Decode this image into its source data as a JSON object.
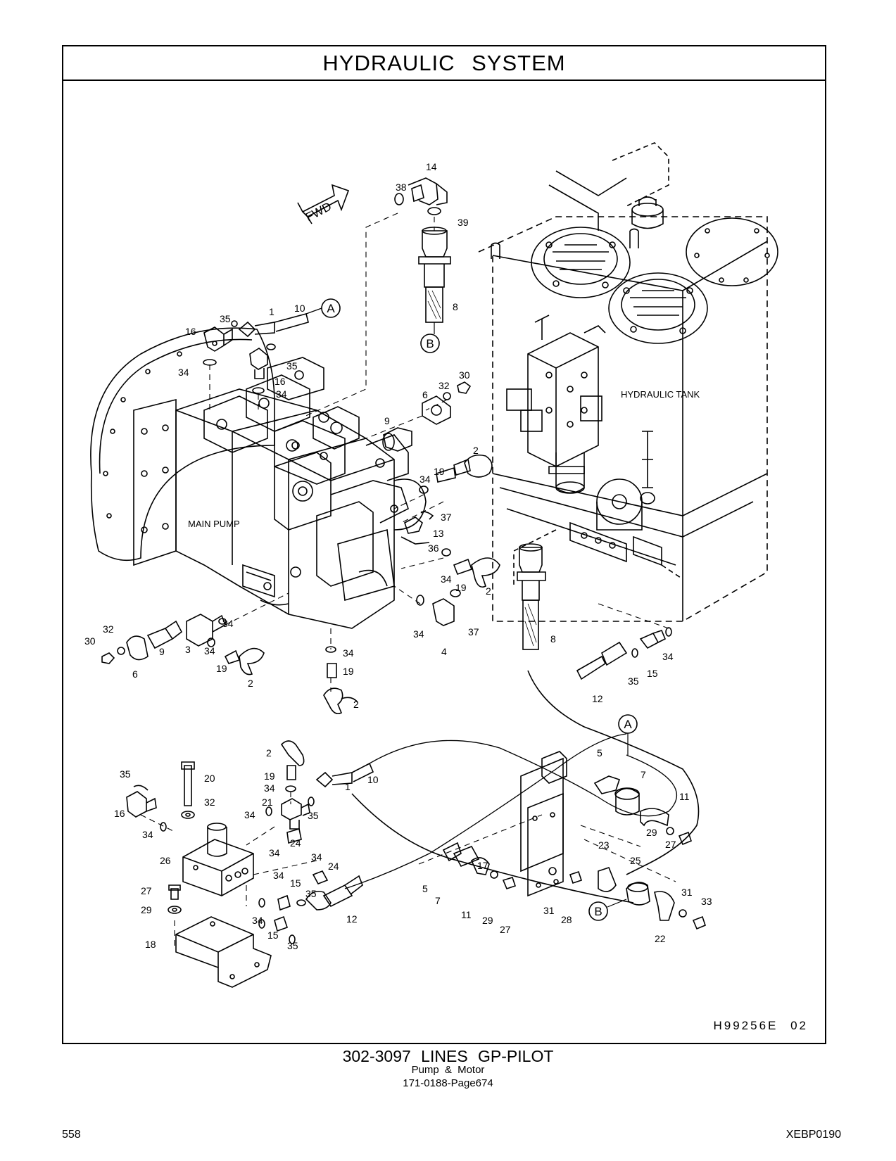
{
  "header": {
    "title": "HYDRAULIC   SYSTEM"
  },
  "diagram": {
    "labels": {
      "main_pump": "MAIN PUMP",
      "hydraulic_tank": "HYDRAULIC  TANK",
      "fwd": "FWD",
      "ref_a": "A",
      "ref_b": "B"
    },
    "drawing_code": "H99256E   02"
  },
  "caption": {
    "title": "302-3097  LINES GP-PILOT",
    "subtitle": "Pump & Motor",
    "reference": "171-0188-Page674"
  },
  "footer": {
    "page_number": "558",
    "document_id": "XEBP0190"
  },
  "callouts": [
    "14",
    "38",
    "39",
    "8",
    "1",
    "10",
    "35",
    "16",
    "34",
    "32",
    "30",
    "6",
    "9",
    "2",
    "19",
    "37",
    "13",
    "36",
    "4",
    "15",
    "12",
    "3",
    "21",
    "24",
    "20",
    "26",
    "27",
    "29",
    "18",
    "17",
    "5",
    "7",
    "11",
    "23",
    "25",
    "22",
    "31",
    "33",
    "28"
  ]
}
